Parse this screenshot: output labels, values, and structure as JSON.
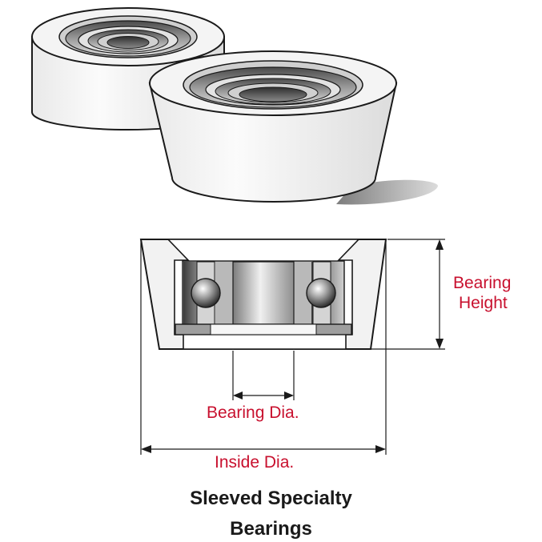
{
  "labels": {
    "bearing_height_line1": "Bearing",
    "bearing_height_line2": "Height",
    "bearing_dia": "Bearing Dia.",
    "inside_dia": "Inside Dia."
  },
  "caption": {
    "line1": "Sleeved Specialty",
    "line2": "Bearings"
  },
  "colors": {
    "label": "#c8102e",
    "outline": "#1a1a1a",
    "sleeve_fill": "#f2f2f2",
    "steel_dark": "#5b5b5b",
    "steel_light": "#e6e6e6"
  }
}
